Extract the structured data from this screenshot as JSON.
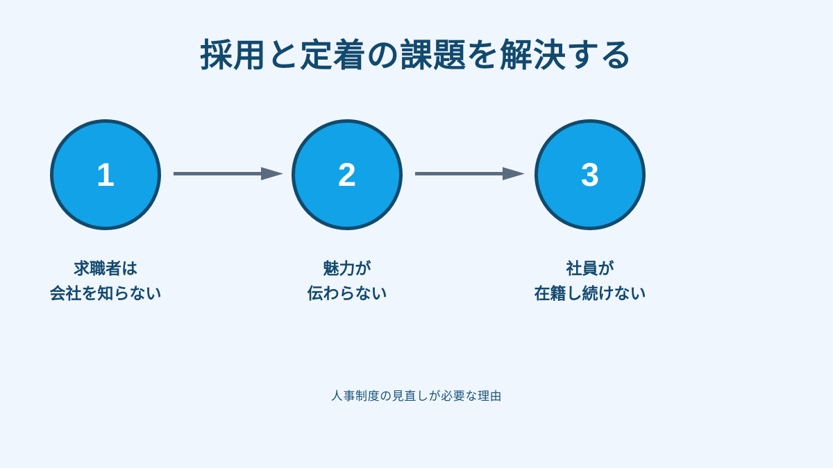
{
  "slide": {
    "title": "採用と定着の課題を解決する",
    "caption": "人事制度の見直しが必要な理由",
    "background_color": "#f0f6fd",
    "accent_color": "#12a2e8",
    "outline_color": "#124a6b",
    "text_color": "#12496e",
    "arrow_color": "#5a6b80",
    "steps": [
      {
        "number": "1",
        "label_line1": "求職者は",
        "label_line2": "会社を知らない"
      },
      {
        "number": "2",
        "label_line1": "魅力が",
        "label_line2": "伝わらない"
      },
      {
        "number": "3",
        "label_line1": "社員が",
        "label_line2": "在籍し続けない"
      }
    ],
    "connectors": [
      {
        "name": "arrow-step1-to-step2"
      },
      {
        "name": "arrow-step2-to-step3"
      }
    ]
  }
}
